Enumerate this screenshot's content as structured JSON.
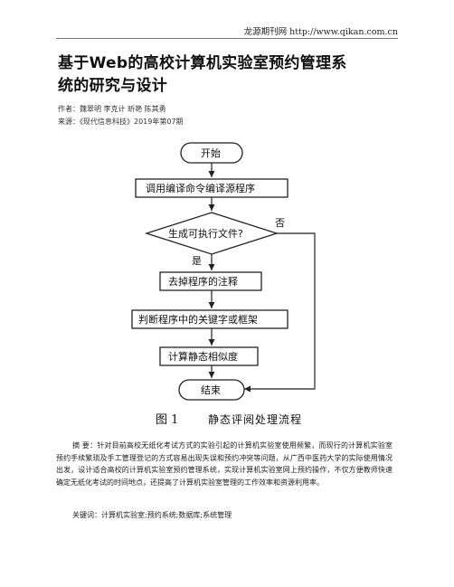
{
  "header": {
    "source": "龙源期刊网 http://www.qikan.com.cn"
  },
  "article": {
    "title_line1": "基于Web的高校计算机实验室预约管理系",
    "title_line2": "统的研究与设计",
    "authors": "作者：魏翠明 李克计 昕艳 陈其勇",
    "source": "来源：《现代信息科技》2019年第07期"
  },
  "flowchart": {
    "start": "开始",
    "step1": "调用编译命令编译源程序",
    "decision": "生成可执行文件?",
    "no_label": "否",
    "yes_label": "是",
    "step2": "去掉程序的注释",
    "step3": "判断程序中的关键字或框架",
    "step4": "计算静态相似度",
    "end": "结束",
    "caption_num": "图 1",
    "caption_text": "静态评阅处理流程"
  },
  "abstract": "摘 要：针对目前高校无纸化考试方式的实验引起的计算机实验室使用频繁，而现行的计算机实验室预约手续繁琐及手工管理登记的方式容易出现失误和预约冲突等问题，从广西中医药大学的实际使用情况出发，设计适合高校的计算机实验室预约管理系统，实现计算机实验室网上预约操作，不仅方便教师快速确定无纸化考试的时间地点，还提高了计算机实验室管理的工作效率和资源利用率。",
  "keywords": "关键词：计算机实验室;预约系统;数据库;系统管理"
}
